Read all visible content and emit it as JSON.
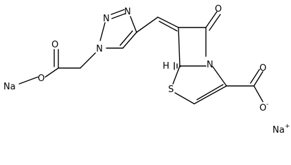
{
  "structure": {
    "atoms": {
      "na_left": "Na",
      "o_ester": "O",
      "o_carbonyl_acetate": "O",
      "n1": "N",
      "n2": "N",
      "n3": "N",
      "o_lactam": "O",
      "h_stereo": "H",
      "n_bridge": "N",
      "s_ring": "S",
      "o_carboxyl_top": "O",
      "o_carboxylate": "O",
      "na_right": "Na"
    },
    "charges": {
      "carboxylate": "-",
      "sodium": "+"
    },
    "colors": {
      "bond": "#000000",
      "text": "#000000",
      "background": "#ffffff"
    }
  }
}
